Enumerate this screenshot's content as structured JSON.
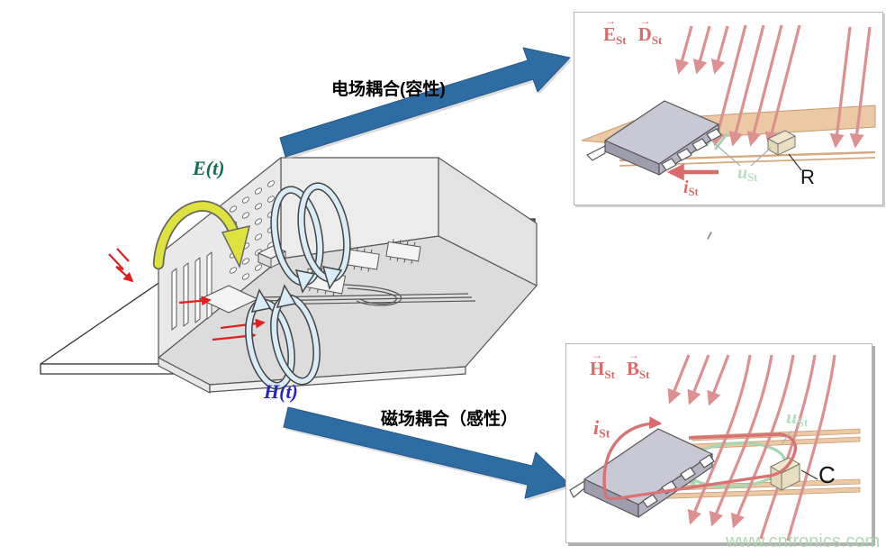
{
  "captions": {
    "electric_coupling": "电场耦合(容性)",
    "magnetic_coupling": "磁场耦合（感性）"
  },
  "main_diagram": {
    "e_field_label": "E(t)",
    "h_field_label": "H(t)"
  },
  "icons": {
    "vector_arrow": "→"
  },
  "capacitive_panel": {
    "field_label_1": {
      "symbol": "E",
      "subscript": "St"
    },
    "field_label_2": {
      "symbol": "D",
      "subscript": "St"
    },
    "voltage_label": {
      "symbol": "u",
      "subscript": "St"
    },
    "current_label": {
      "symbol": "i",
      "subscript": "St"
    },
    "component_label": "R"
  },
  "inductive_panel": {
    "field_label_1": {
      "symbol": "H",
      "subscript": "St"
    },
    "field_label_2": {
      "symbol": "B",
      "subscript": "St"
    },
    "current_label": {
      "symbol": "i",
      "subscript": "St"
    },
    "voltage_label": {
      "symbol": "u",
      "subscript": "St"
    },
    "component_label": "C"
  },
  "watermark": "www.cntronics.com",
  "colors": {
    "coupling_arrow_blue": "#2e6da4",
    "e_field_label_green": "#156e4f",
    "h_field_label_blue": "#2424cc",
    "yellow_field_arrow": "#dde23e",
    "h_loop_blue": "#d8edf8",
    "interference_red": "#e02020",
    "panel_field_red": "#dd9090",
    "panel_label_red": "#d96b6b",
    "panel_voltage_green": "#b7ddc2",
    "watermark_green": "#abd5ab"
  }
}
